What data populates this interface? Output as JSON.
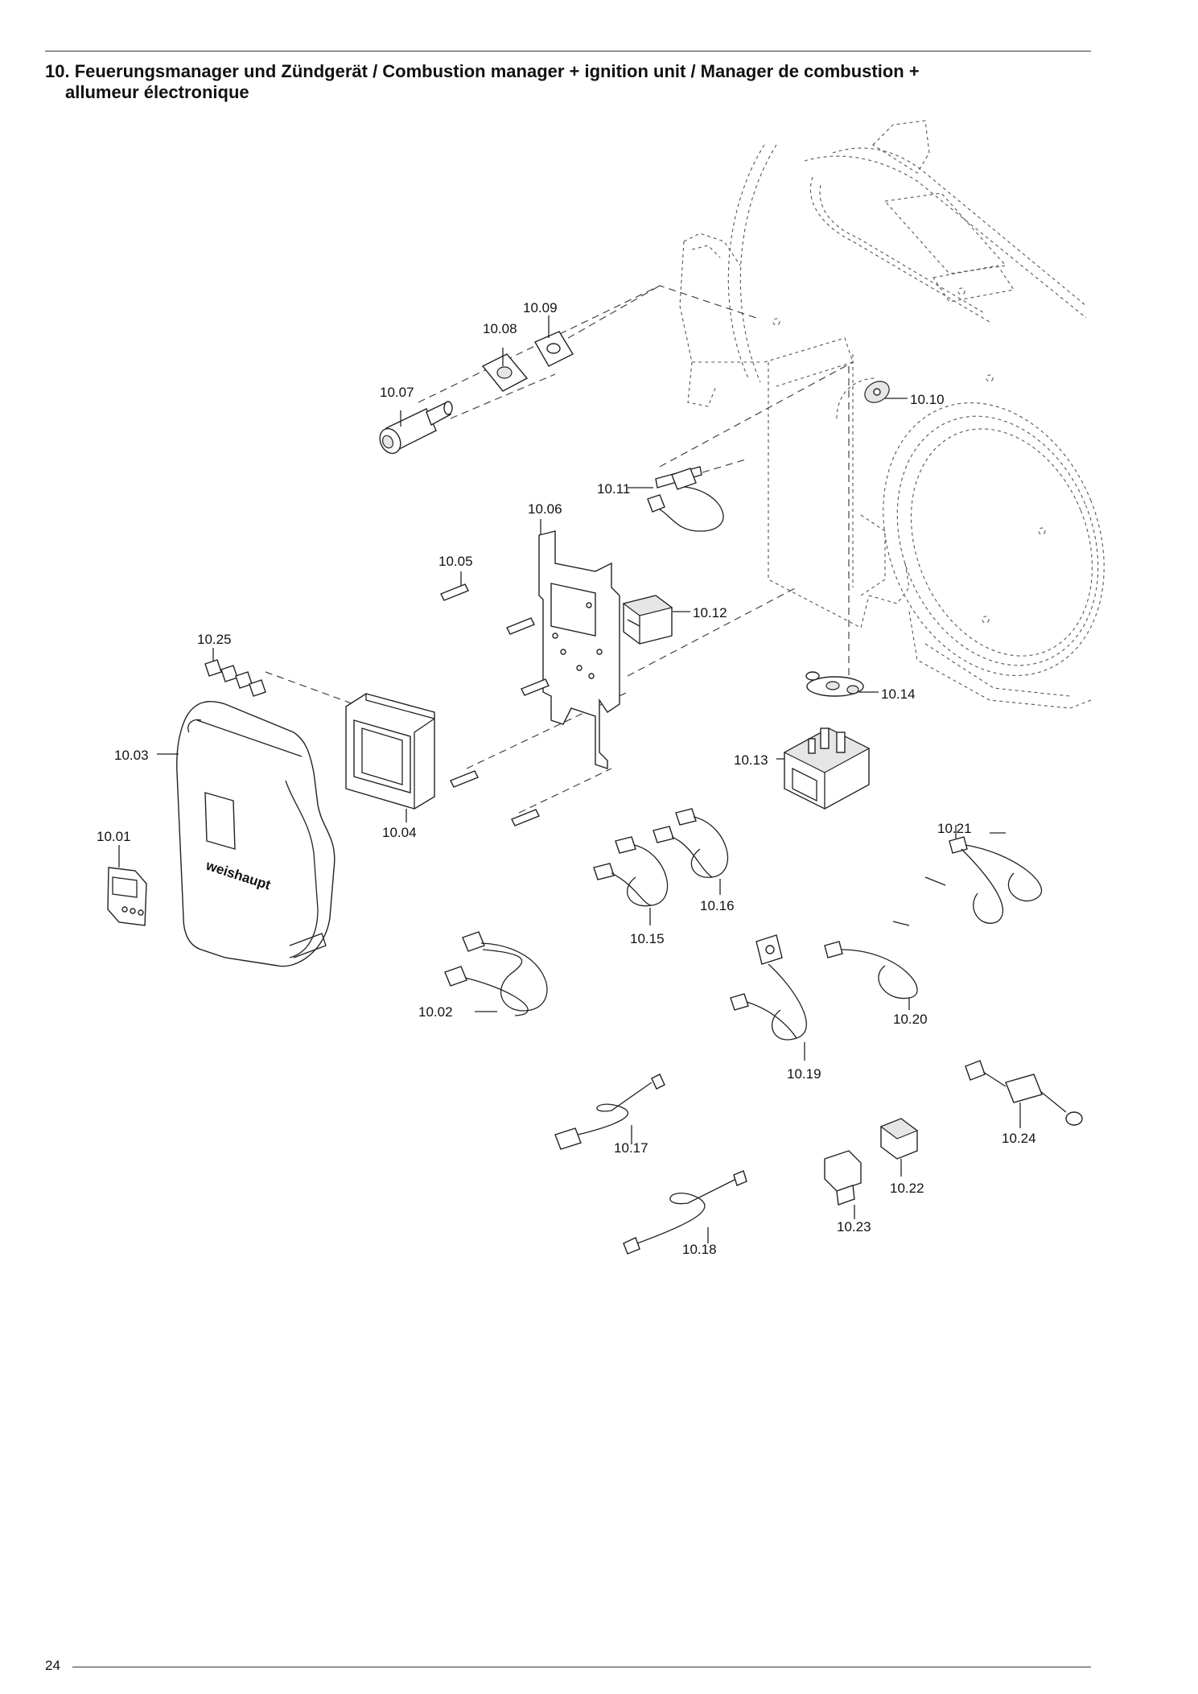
{
  "title": {
    "line1": "10. Feuerungsmanager und Zündgerät / Combustion manager + ignition unit / Manager de combustion +",
    "line2": "allumeur électronique"
  },
  "page_number": "24",
  "labels": {
    "p1001": "10.01",
    "p1002": "10.02",
    "p1003": "10.03",
    "p1004": "10.04",
    "p1005": "10.05",
    "p1006": "10.06",
    "p1007": "10.07",
    "p1008": "10.08",
    "p1009": "10.09",
    "p1010": "10.10",
    "p1011": "10.11",
    "p1012": "10.12",
    "p1013": "10.13",
    "p1014": "10.14",
    "p1015": "10.15",
    "p1016": "10.16",
    "p1017": "10.17",
    "p1018": "10.18",
    "p1019": "10.19",
    "p1020": "10.20",
    "p1021": "10.21",
    "p1022": "10.22",
    "p1023": "10.23",
    "p1024": "10.24",
    "p1025": "10.25"
  },
  "device_brand_text": "weishaupt"
}
